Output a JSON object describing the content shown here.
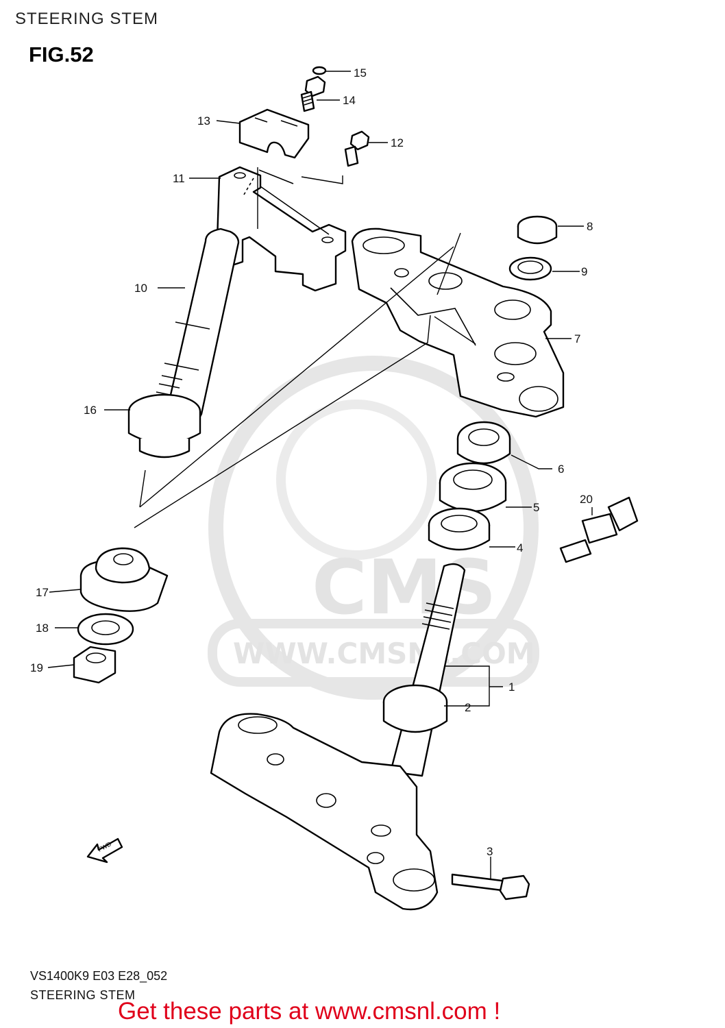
{
  "header": {
    "title": "STEERING STEM",
    "figure": "FIG.52"
  },
  "footer": {
    "code": "VS1400K9 E03 E28_052",
    "subtitle": "STEERING STEM",
    "cta": "Get these parts at www.cmsnl.com !"
  },
  "watermark": {
    "brand": "CMS",
    "url": "WWW.CMSNL.COM"
  },
  "fwd_label": "FWD",
  "callouts": [
    "1",
    "2",
    "3",
    "4",
    "5",
    "6",
    "7",
    "8",
    "9",
    "10",
    "11",
    "12",
    "13",
    "14",
    "15",
    "16",
    "17",
    "18",
    "19",
    "20"
  ],
  "colors": {
    "cta": "#e0001a",
    "line": "#000000",
    "watermark": "#e3e3e3"
  }
}
